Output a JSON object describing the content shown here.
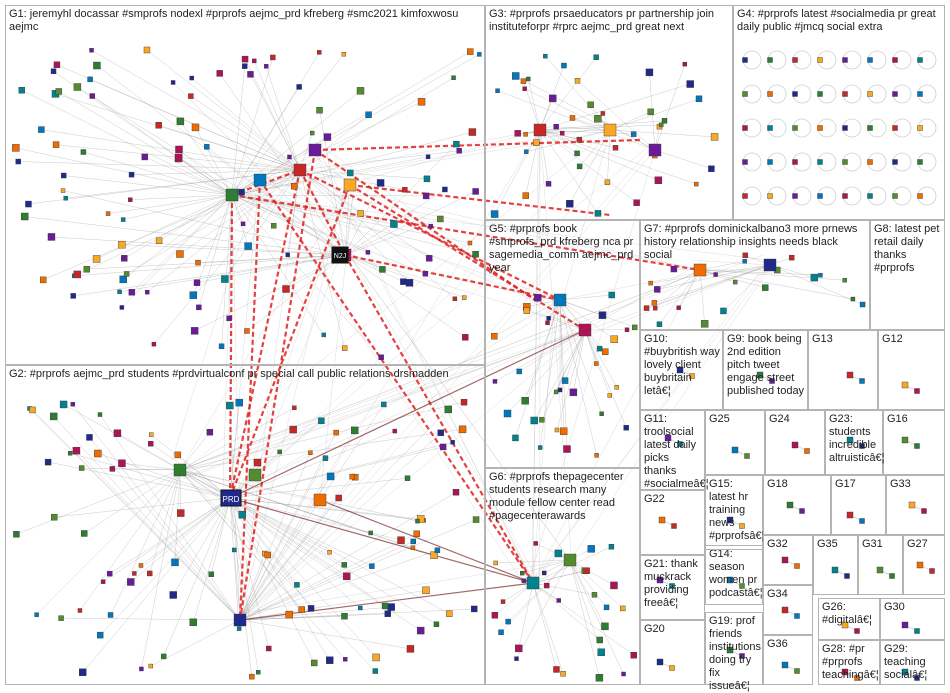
{
  "groups": [
    {
      "id": "G1",
      "label": "G1: jeremyhl docassar #smprofs nodexl #prprofs aejmc_prd kfreberg #smc2021 kimfoxwosu aejmc"
    },
    {
      "id": "G2",
      "label": "G2: #prprofs aejmc_prd students #prdvirtualconf pr special call public relations drsmadden"
    },
    {
      "id": "G3",
      "label": "G3: #prprofs prsaeducators pr partnership join instituteforpr #rprc aejmc_prd great next"
    },
    {
      "id": "G4",
      "label": "G4: #prprofs latest #socialmedia pr great daily public #jmcq social extra"
    },
    {
      "id": "G5",
      "label": "G5: #prprofs book #smprofs_prd kfreberg nca pr sagemedia_comm aejmc_prd year"
    },
    {
      "id": "G6",
      "label": "G6: #prprofs thepagecenter students research many module fellow center read #pagecenterawards"
    },
    {
      "id": "G7",
      "label": "G7: #prprofs dominickalbano3 more prnews history relationship insights needs black social"
    },
    {
      "id": "G8",
      "label": "G8: latest pet retail daily thanks #prprofs"
    },
    {
      "id": "G9",
      "label": "G9: book being 2nd edition pitch tweet engage street published today"
    },
    {
      "id": "G10",
      "label": "G10: #buybritish way lovely client buybritain letâ€¦"
    },
    {
      "id": "G11",
      "label": "G11: troolsocial latest daily picks thanks #socialmeâ€¦"
    },
    {
      "id": "G12",
      "label": "G12"
    },
    {
      "id": "G13",
      "label": "G13"
    },
    {
      "id": "G14",
      "label": "G14: season women pr podcastâ€¦"
    },
    {
      "id": "G15",
      "label": "G15: latest hr training news #prprofsâ€¦"
    },
    {
      "id": "G16",
      "label": "G16"
    },
    {
      "id": "G17",
      "label": "G17"
    },
    {
      "id": "G18",
      "label": "G18"
    },
    {
      "id": "G19",
      "label": "G19: prof friends institutions doing try fix issueâ€¦"
    },
    {
      "id": "G20",
      "label": "G20"
    },
    {
      "id": "G21",
      "label": "G21: thank muckrack providing freeâ€¦"
    },
    {
      "id": "G22",
      "label": "G22"
    },
    {
      "id": "G23",
      "label": "G23: students incredible altruisticâ€¦"
    },
    {
      "id": "G24",
      "label": "G24"
    },
    {
      "id": "G25",
      "label": "G25"
    },
    {
      "id": "G26",
      "label": "G26: #digitalâ€¦"
    },
    {
      "id": "G27",
      "label": "G27"
    },
    {
      "id": "G28",
      "label": "G28: #pr #prprofs teachingâ€¦"
    },
    {
      "id": "G29",
      "label": "G29: teaching socialâ€¦"
    },
    {
      "id": "G30",
      "label": "G30"
    },
    {
      "id": "G31",
      "label": "G31"
    },
    {
      "id": "G32",
      "label": "G32"
    },
    {
      "id": "G33",
      "label": "G33"
    },
    {
      "id": "G34",
      "label": "G34"
    },
    {
      "id": "G35",
      "label": "G35"
    },
    {
      "id": "G36",
      "label": "G36"
    }
  ],
  "hub_badges": {
    "prd": "PRD",
    "n2j": "N2J"
  },
  "colors": {
    "edge": "#8c8c8c",
    "edge_strong": "#e02020",
    "edge_dark": "#7a2a2a",
    "panel_border": "#b4b4b4",
    "node_palette": [
      "#1f2a8a",
      "#2e7d32",
      "#c62828",
      "#f9a825",
      "#6a1b9a",
      "#0277bd",
      "#ad1457",
      "#00838f",
      "#558b2f",
      "#ef6c00"
    ]
  }
}
